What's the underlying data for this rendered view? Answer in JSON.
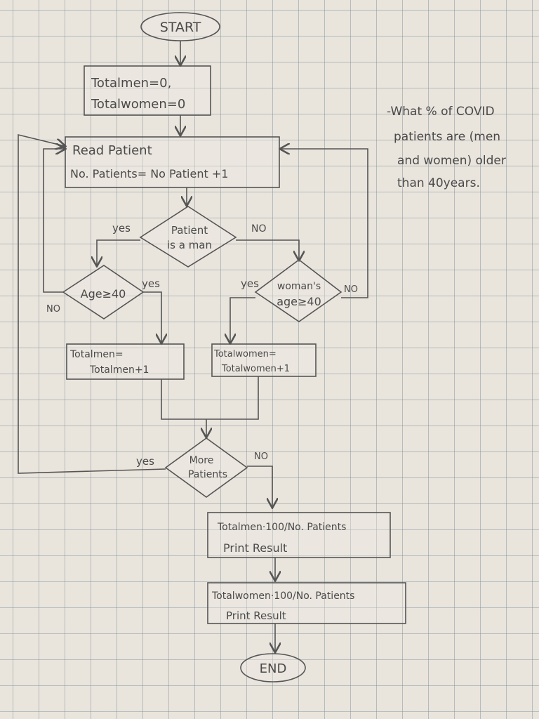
{
  "diagram": {
    "start": "START",
    "init_line1": "Totalmen=0,",
    "init_line2": "Totalwomen=0",
    "read_line1": "Read Patient",
    "read_line2": "No. Patients= No Patient +1",
    "decision_man_line1": "Patient",
    "decision_man_line2": "is a man",
    "yes": "yes",
    "no": "NO",
    "age_men": "Age≥40",
    "age_women_line1": "woman's",
    "age_women_line2": "age≥40",
    "inc_men_line1": "Totalmen=",
    "inc_men_line2": "Totalmen+1",
    "inc_women_line1": "Totalwomen=",
    "inc_women_line2": "Totalwomen+1",
    "more_line1": "More",
    "more_line2": "Patients",
    "result_men_line1": "Totalmen·100/No. Patients",
    "result_men_line2": "Print Result",
    "result_women_line1": "Totalwomen·100/No. Patients",
    "result_women_line2": "Print Result",
    "end": "END"
  },
  "note": {
    "line1": "-What % of COVID",
    "line2": "patients are (men",
    "line3": "and women) older",
    "line4": "than 40years."
  }
}
